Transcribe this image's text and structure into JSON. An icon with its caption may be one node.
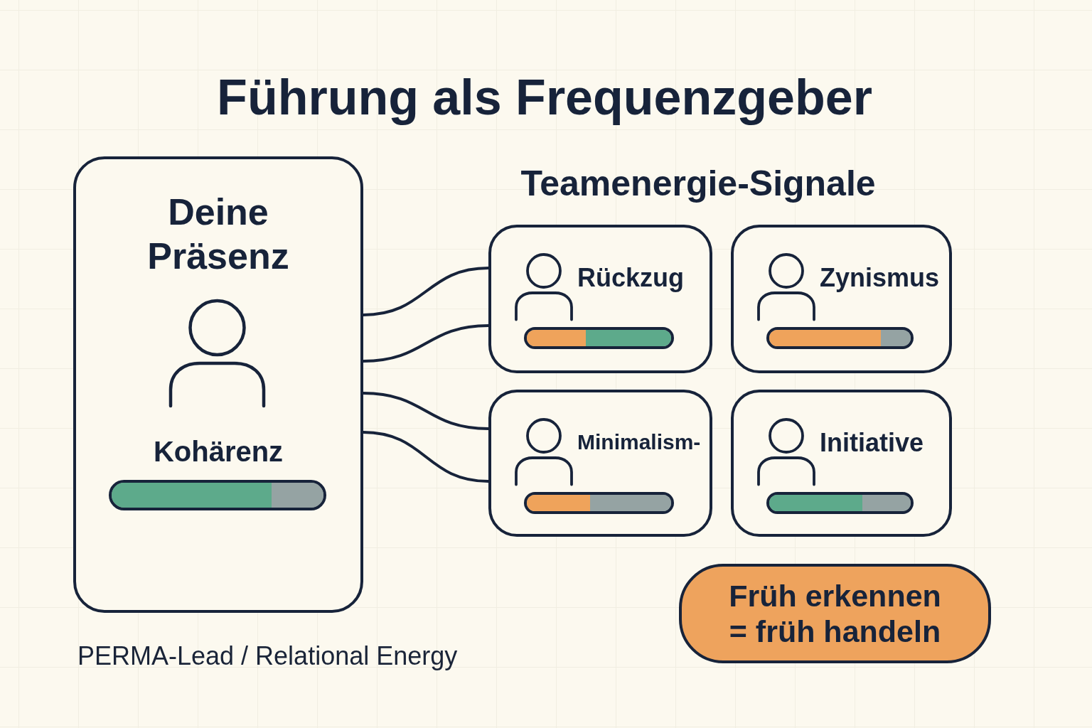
{
  "diagram": {
    "title": "Führung als Frequenzgeber",
    "nodes": [
      {
        "text": [
          "Deine Präsenz",
          "Kohärenz"
        ]
      },
      {
        "text": [
          "Rückzug"
        ]
      },
      {
        "text": [
          "Zynismus"
        ]
      },
      {
        "text": [
          "Minimalism-"
        ]
      },
      {
        "text": [
          "Initiative"
        ]
      },
      {
        "text": [
          "Früh erkennen = früh handeln"
        ]
      }
    ],
    "edges": [
      {
        "from": 0,
        "to": 1,
        "arrow": "none"
      },
      {
        "from": 0,
        "to": 1,
        "arrow": "none"
      },
      {
        "from": 0,
        "to": 3,
        "arrow": "none"
      },
      {
        "from": 0,
        "to": 3,
        "arrow": "none"
      }
    ],
    "labels": [
      "Teamenergie-Signale",
      "PERMA-Lead / Relational Energy"
    ]
  }
}
